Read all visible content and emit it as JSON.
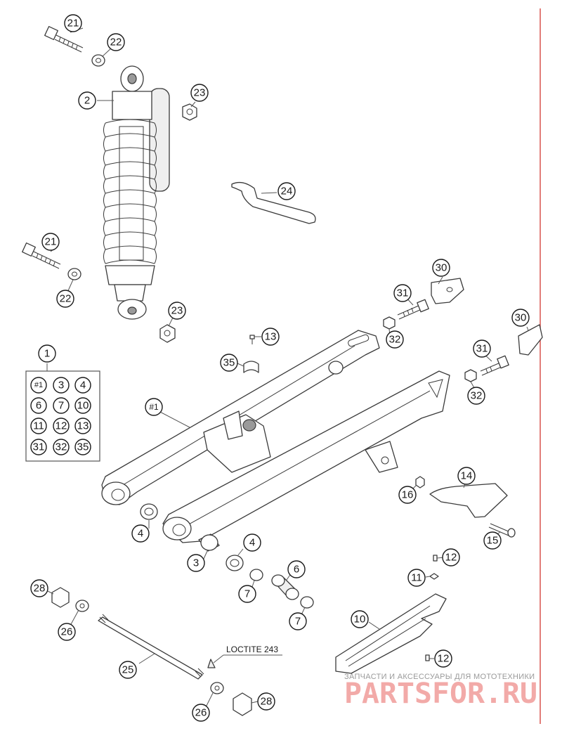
{
  "callouts": {
    "c1": "1",
    "c2": "2",
    "c3": "3",
    "c4a": "4",
    "c4b": "4",
    "c6": "6",
    "c7a": "7",
    "c7b": "7",
    "c10": "10",
    "c11": "11",
    "c12a": "12",
    "c12b": "12",
    "c13": "13",
    "c14": "14",
    "c15": "15",
    "c16": "16",
    "c21a": "21",
    "c21b": "21",
    "c22a": "22",
    "c22b": "22",
    "c23a": "23",
    "c23b": "23",
    "c24": "24",
    "c25": "25",
    "c26a": "26",
    "c26b": "26",
    "c28a": "28",
    "c28b": "28",
    "c30a": "30",
    "c30b": "30",
    "c31a": "31",
    "c31b": "31",
    "c32a": "32",
    "c32b": "32",
    "c35": "35",
    "cHash1": "#1"
  },
  "kit_contents": [
    "#1",
    "3",
    "4",
    "6",
    "7",
    "10",
    "11",
    "12",
    "13",
    "31",
    "32",
    "35"
  ],
  "loctite_label": "LOCTITE 243",
  "watermark": {
    "tagline": "ЗАПЧАСТИ И АКСЕССУАРЫ ДЛЯ МОТОТЕХНИКИ",
    "brand": "PARTSFOR.RU"
  },
  "colors": {
    "line": "#3a3a3a",
    "accent_red": "#d9534f",
    "watermark": "#f2aaa8"
  }
}
